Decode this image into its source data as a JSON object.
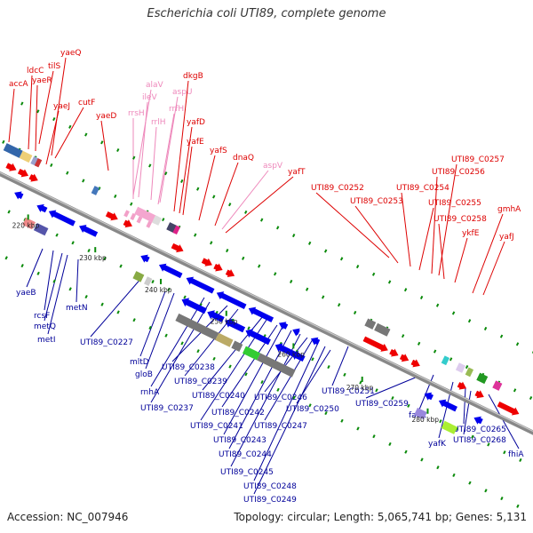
{
  "title": "Escherichia coli UTI89, complete genome",
  "footer": {
    "accession": "Accession: NC_007946",
    "summary": "Topology: circular; Length: 5,065,741 bp; Genes: 5,131"
  },
  "colors": {
    "upper_label": "#dd0000",
    "upper_label_rna": "#ee88bb",
    "lower_label": "#000099",
    "backbone": "#888888"
  },
  "ticks": [
    {
      "label": "220 kbp"
    },
    {
      "label": "230 kbp"
    },
    {
      "label": "240 kbp"
    },
    {
      "label": "250 kbp"
    },
    {
      "label": "260 kbp"
    },
    {
      "label": "270 kbp"
    },
    {
      "label": "280 kbp"
    }
  ],
  "upper_labels": [
    {
      "name": "accA",
      "kind": "gene"
    },
    {
      "name": "ldcC",
      "kind": "gene"
    },
    {
      "name": "tilS",
      "kind": "gene"
    },
    {
      "name": "yaeR",
      "kind": "gene"
    },
    {
      "name": "yaeQ",
      "kind": "gene"
    },
    {
      "name": "yaeJ",
      "kind": "gene"
    },
    {
      "name": "cutF",
      "kind": "gene"
    },
    {
      "name": "yaeD",
      "kind": "gene"
    },
    {
      "name": "alaV",
      "kind": "rna"
    },
    {
      "name": "ileV",
      "kind": "rna"
    },
    {
      "name": "rrsH",
      "kind": "rna"
    },
    {
      "name": "rrlH",
      "kind": "rna"
    },
    {
      "name": "aspU",
      "kind": "rna"
    },
    {
      "name": "rrfH",
      "kind": "rna"
    },
    {
      "name": "dkgB",
      "kind": "gene"
    },
    {
      "name": "yafD",
      "kind": "gene"
    },
    {
      "name": "yafE",
      "kind": "gene"
    },
    {
      "name": "yafS",
      "kind": "gene"
    },
    {
      "name": "dnaQ",
      "kind": "gene"
    },
    {
      "name": "aspV",
      "kind": "rna"
    },
    {
      "name": "yafT",
      "kind": "gene"
    },
    {
      "name": "UTI89_C0252",
      "kind": "gene"
    },
    {
      "name": "UTI89_C0253",
      "kind": "gene"
    },
    {
      "name": "UTI89_C0254",
      "kind": "gene"
    },
    {
      "name": "UTI89_C0255",
      "kind": "gene"
    },
    {
      "name": "UTI89_C0256",
      "kind": "gene"
    },
    {
      "name": "UTI89_C0257",
      "kind": "gene"
    },
    {
      "name": "UTI89_C0258",
      "kind": "gene"
    },
    {
      "name": "ykfE",
      "kind": "gene"
    },
    {
      "name": "gmhA",
      "kind": "gene"
    },
    {
      "name": "yafJ",
      "kind": "gene"
    }
  ],
  "lower_labels": [
    {
      "name": "yaeB"
    },
    {
      "name": "rcsF"
    },
    {
      "name": "metQ"
    },
    {
      "name": "metI"
    },
    {
      "name": "metN"
    },
    {
      "name": "UTI89_C0227"
    },
    {
      "name": "mltD"
    },
    {
      "name": "gloB"
    },
    {
      "name": "rnhA"
    },
    {
      "name": "UTI89_C0237"
    },
    {
      "name": "UTI89_C0238"
    },
    {
      "name": "UTI89_C0239"
    },
    {
      "name": "UTI89_C0240"
    },
    {
      "name": "UTI89_C0241"
    },
    {
      "name": "UTI89_C0242"
    },
    {
      "name": "UTI89_C0243"
    },
    {
      "name": "UTI89_C0244"
    },
    {
      "name": "UTI89_C0245"
    },
    {
      "name": "UTI89_C0246"
    },
    {
      "name": "UTI89_C0247"
    },
    {
      "name": "UTI89_C0248"
    },
    {
      "name": "UTI89_C0249"
    },
    {
      "name": "UTI89_C0250"
    },
    {
      "name": "UTI89_C0251"
    },
    {
      "name": "UTI89_C0259"
    },
    {
      "name": "fadE"
    },
    {
      "name": "yafK"
    },
    {
      "name": "UTI89_C0265"
    },
    {
      "name": "UTI89_C0268"
    },
    {
      "name": "fhiA"
    }
  ]
}
